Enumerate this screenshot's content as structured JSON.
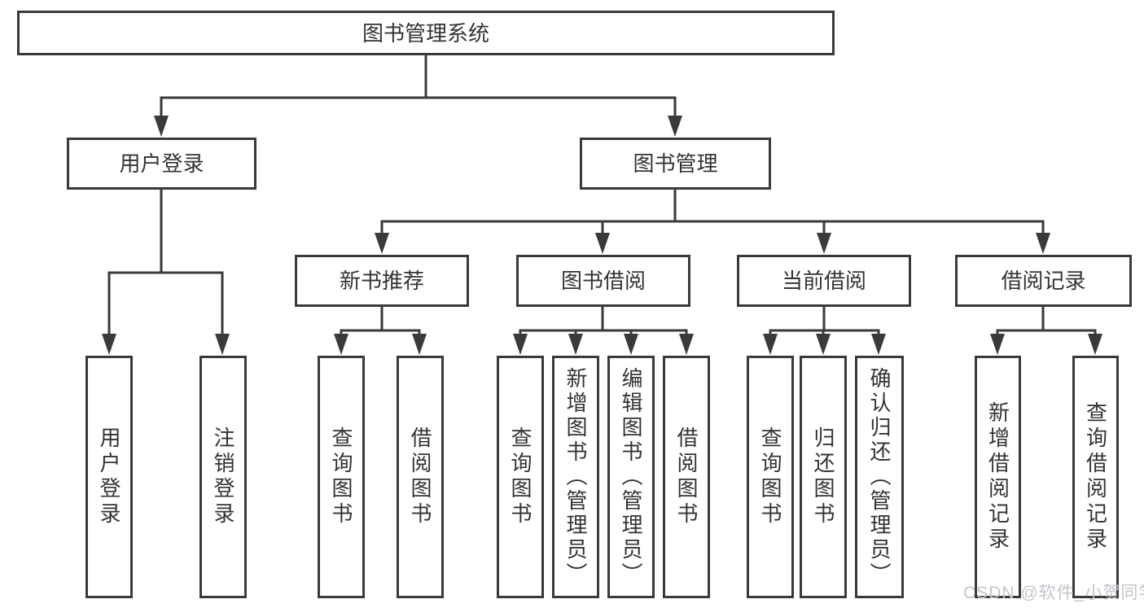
{
  "palette": {
    "line": "#3a3a3a",
    "text": "#333333",
    "background": "#ffffff",
    "watermark_color": "#c2c5ca"
  },
  "watermark": "CSDN @软件_小贺同学",
  "tree": {
    "root": "图书管理系统",
    "login": {
      "label": "用户登录",
      "children": [
        "用户登录",
        "注销登录"
      ]
    },
    "management": {
      "label": "图书管理",
      "sections": [
        {
          "label": "新书推荐",
          "children": [
            "查询图书",
            "借阅图书"
          ]
        },
        {
          "label": "图书借阅",
          "children": [
            "查询图书",
            "新增图书（管理员）",
            "编辑图书（管理员）",
            "借阅图书"
          ]
        },
        {
          "label": "当前借阅",
          "children": [
            "查询图书",
            "归还图书",
            "确认归还（管理员）"
          ]
        },
        {
          "label": "借阅记录",
          "children": [
            "新增借阅记录",
            "查询借阅记录"
          ]
        }
      ]
    }
  }
}
